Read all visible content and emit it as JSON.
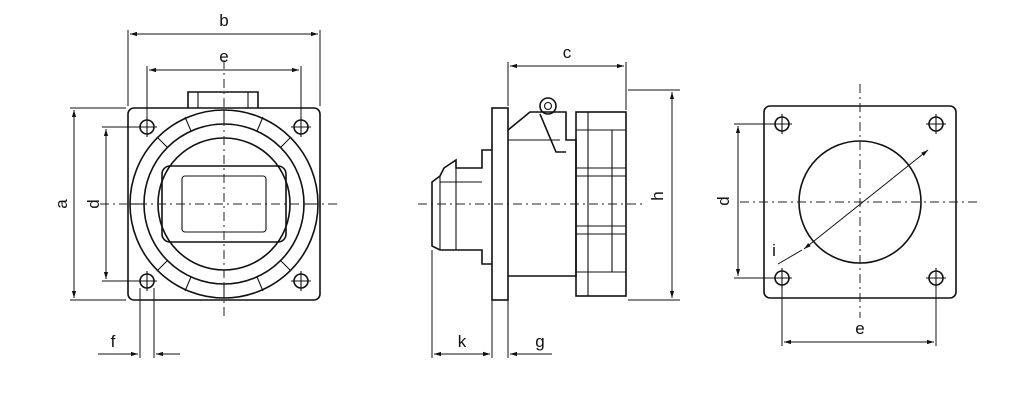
{
  "front_view": {
    "labels": {
      "a": "a",
      "b": "b",
      "d": "d",
      "e": "e",
      "f": "f"
    }
  },
  "side_view": {
    "labels": {
      "c": "c",
      "h": "h",
      "k": "k",
      "g": "g"
    }
  },
  "cutout_view": {
    "labels": {
      "d": "d",
      "e": "e",
      "i": "i"
    }
  },
  "colors": {
    "line": "#111111",
    "background": "#ffffff"
  }
}
